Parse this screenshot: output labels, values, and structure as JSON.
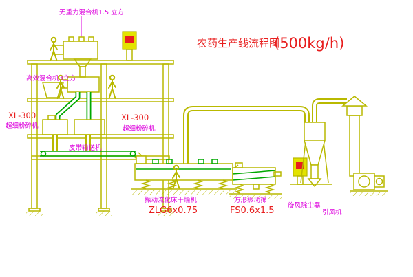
{
  "title": {
    "text": "农药生产线流程图",
    "capacity": "(500kg/h)"
  },
  "equipment_labels": {
    "top_mixer": "无重力混合机1.5 立方",
    "second_mixer": "高效混合机3立方",
    "left_mill_model": "XL-300",
    "left_mill_name": "超细粉碎机",
    "right_mill_model": "XL-300",
    "right_mill_name": "超细粉碎机",
    "belt_conveyor": "皮带输送机",
    "dryer_name": "振动流化床干燥机",
    "dryer_model": "ZLG6x0.75",
    "screen_name": "方形振动筛",
    "screen_model": "FS0.6x1.5",
    "cyclone_name": "旋风除尘器",
    "fan_name": "引风机"
  },
  "icons": {
    "worker_figure": "human-outline",
    "control_cabinet": "yellow-cabinet-with-red-panel"
  },
  "colors": {
    "line_yellow": "#b9b900",
    "line_green": "#00a800",
    "label_magenta": "#dd00dd",
    "label_red": "#e81e1e",
    "background": "#ffffff"
  }
}
